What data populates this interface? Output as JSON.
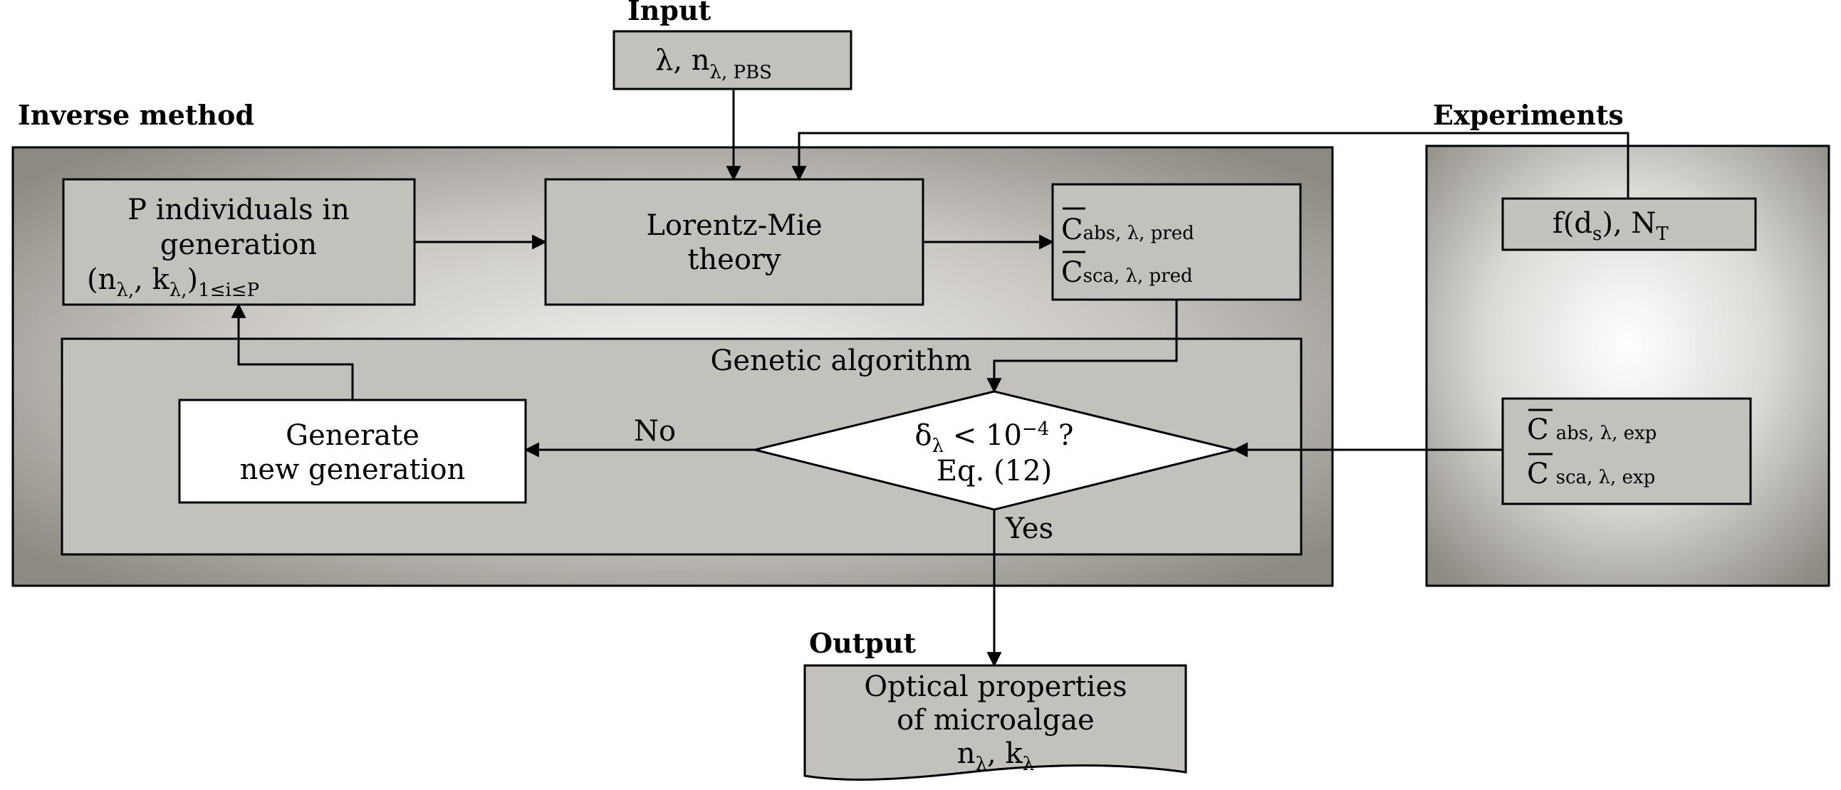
{
  "titles": {
    "input": "Input",
    "inverse_method": "Inverse method",
    "experiments": "Experiments",
    "output": "Output"
  },
  "input_box": {
    "main": "λ, n",
    "sub": "λ, PBS"
  },
  "individuals_box": {
    "line1": "P individuals in",
    "line2": "generation",
    "line3_open": "(n",
    "line3_sub1": "λ,",
    "line3_mid": ", k",
    "line3_sub2": "λ,",
    "line3_close": ")",
    "line3_sub3": "1≤i≤P"
  },
  "mie_box": {
    "line1": "Lorentz-Mie",
    "line2": "theory"
  },
  "pred_box": {
    "c": "C",
    "abs_sub": "abs, λ, pred",
    "sca_sub": "sca, λ, pred"
  },
  "genetic": {
    "label": "Genetic algorithm"
  },
  "generate_box": {
    "line1": "Generate",
    "line2": "new generation"
  },
  "decision": {
    "delta": "δ",
    "delta_sub": "λ",
    "cond": " < 10",
    "exp": "−4",
    "q": " ?",
    "line2": "Eq. (12)",
    "no": "No",
    "yes": "Yes"
  },
  "exp_top_box": {
    "f": "f(d",
    "f_sub": "s",
    "mid": "), N",
    "n_sub": "T"
  },
  "exp_bottom_box": {
    "c": "C",
    "abs_sub": "abs, λ, exp",
    "sca_sub": "sca, λ, exp"
  },
  "output_box": {
    "line1": "Optical properties",
    "line2": "of microalgae",
    "n": "n",
    "n_sub": "λ",
    "k": ", k",
    "k_sub": "λ"
  },
  "colors": {
    "panel_gray": "#8d8a84",
    "panel_light": "#f2f1ed",
    "box_gray": "#c3c1bc",
    "line": "#000000"
  }
}
